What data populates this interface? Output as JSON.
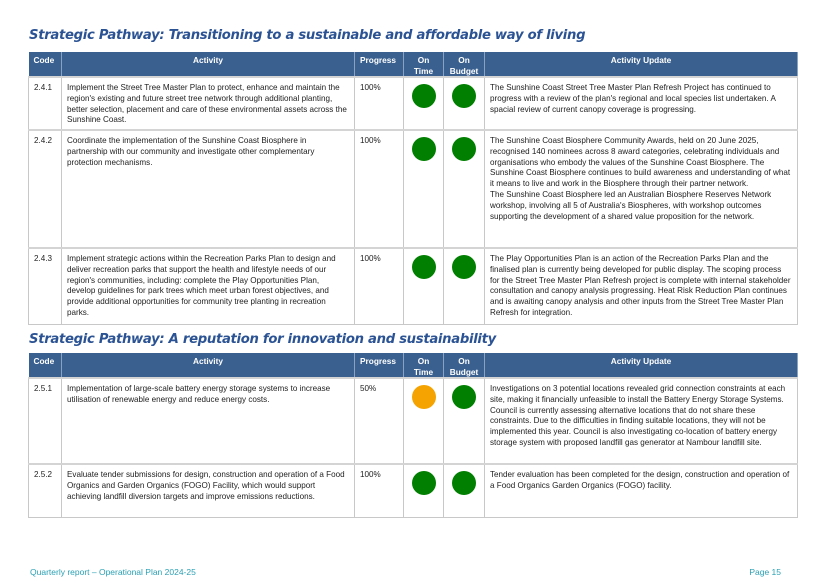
{
  "sections": [
    {
      "title": "Strategic Pathway: Transitioning to a sustainable and affordable way of living",
      "headers": {
        "code": "Code",
        "activity": "Activity",
        "progress": "Progress",
        "on_time": "On Time",
        "on_budget": "On Budget",
        "update": "Activity Update"
      },
      "rows": [
        {
          "code": "2.4.1",
          "activity": "Implement the Street Tree Master Plan to protect, enhance and maintain the region's existing and future street tree network through additional planting, better selection, placement and care of these environmental assets across the Sunshine Coast.",
          "progress": "100%",
          "on_time": "#007f00",
          "on_budget": "#007f00",
          "update": "The Sunshine Coast Street Tree Master Plan Refresh Project has continued to progress with a review of the plan's regional and local species list undertaken. A spacial review of current canopy coverage is progressing."
        },
        {
          "code": "2.4.2",
          "activity": "Coordinate the implementation of the Sunshine Coast Biosphere in partnership with our community and investigate other complementary protection mechanisms.",
          "progress": "100%",
          "on_time": "#007f00",
          "on_budget": "#007f00",
          "update": "The Sunshine Coast Biosphere Community Awards, held on 20 June 2025, recognised 140 nominees across 8 award categories, celebrating individuals and organisations who embody the values of the Sunshine Coast Biosphere. The Sunshine Coast Biosphere continues to build awareness and understanding of what it means to live and work in the Biosphere through their partner network.\nThe Sunshine Coast Biosphere led an Australian Biosphere Reserves Network workshop, involving all 5 of Australia's Biospheres, with workshop outcomes supporting the development of a shared value proposition for the network."
        },
        {
          "code": "2.4.3",
          "activity": "Implement strategic actions within the Recreation Parks Plan to design and deliver recreation parks that support the health and lifestyle needs of our region's communities, including: complete the Play Opportunities Plan, develop guidelines for park trees which meet urban forest objectives, and provide additional opportunities for community tree planting in recreation parks.",
          "progress": "100%",
          "on_time": "#007f00",
          "on_budget": "#007f00",
          "update": "The Play Opportunities Plan is an action of the Recreation Parks Plan and the finalised plan is currently being developed for public display. The scoping process for the Street Tree Master Plan Refresh project is complete with internal stakeholder consultation and canopy analysis progressing. Heat Risk Reduction Plan continues and is awaiting canopy analysis and other inputs from the Street Tree Master Plan Refresh for integration."
        }
      ]
    },
    {
      "title": "Strategic Pathway: A reputation for innovation and sustainability",
      "headers": {
        "code": "Code",
        "activity": "Activity",
        "progress": "Progress",
        "on_time": "On Time",
        "on_budget": "On Budget",
        "update": "Activity Update"
      },
      "rows": [
        {
          "code": "2.5.1",
          "activity": "Implementation of large-scale battery energy storage systems to increase utilisation of renewable energy and reduce energy costs.",
          "progress": "50%",
          "on_time": "#f5a300",
          "on_budget": "#007f00",
          "update": "Investigations on 3 potential locations revealed grid connection constraints at each site, making it financially unfeasible to install the Battery Energy Storage Systems. Council is currently assessing alternative locations that do not share these constraints. Due to the difficulties in finding suitable locations, they will not be implemented this year.  Council is also investigating co-location of battery energy storage system with proposed landfill gas generator at Nambour landfill site."
        },
        {
          "code": "2.5.2",
          "activity": "Evaluate tender submissions for design, construction and operation of a Food Organics and Garden Organics (FOGO) Facility, which would support achieving landfill diversion targets and improve emissions reductions.",
          "progress": "100%",
          "on_time": "#007f00",
          "on_budget": "#007f00",
          "update": "Tender evaluation has been completed for the design, construction and operation of a Food Organics Garden Organics (FOGO) facility."
        }
      ]
    }
  ],
  "footer": {
    "left": "Quarterly report – Operational Plan 2024-25",
    "right": "Page 15"
  }
}
